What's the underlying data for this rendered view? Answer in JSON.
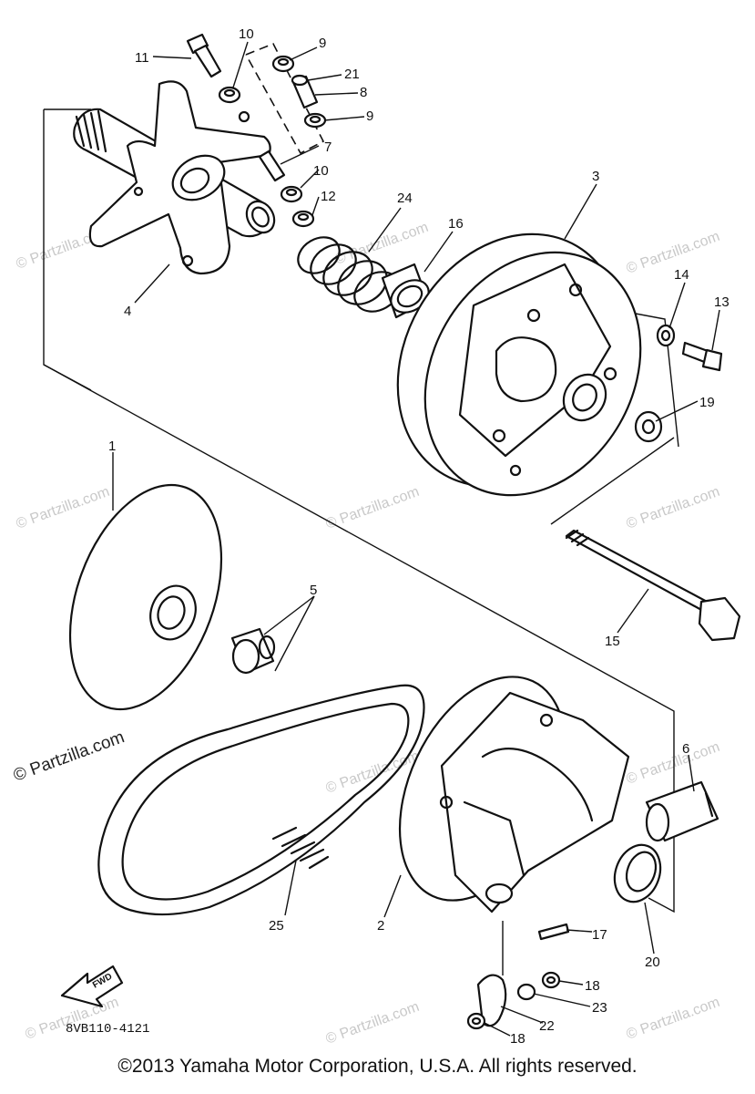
{
  "diagram": {
    "part_code": "8VB110-4121",
    "fwd_label": "FWD",
    "copyright": "©2013 Yamaha Motor Corporation, U.S.A. All rights reserved.",
    "watermark": "© Partzilla.com",
    "callouts": [
      {
        "id": "c11",
        "label": "11"
      },
      {
        "id": "c10a",
        "label": "10"
      },
      {
        "id": "c9a",
        "label": "9"
      },
      {
        "id": "c21",
        "label": "21"
      },
      {
        "id": "c8",
        "label": "8"
      },
      {
        "id": "c9b",
        "label": "9"
      },
      {
        "id": "c7",
        "label": "7"
      },
      {
        "id": "c10b",
        "label": "10"
      },
      {
        "id": "c12",
        "label": "12"
      },
      {
        "id": "c24",
        "label": "24"
      },
      {
        "id": "c16",
        "label": "16"
      },
      {
        "id": "c3",
        "label": "3"
      },
      {
        "id": "c4",
        "label": "4"
      },
      {
        "id": "c14",
        "label": "14"
      },
      {
        "id": "c13",
        "label": "13"
      },
      {
        "id": "c19",
        "label": "19"
      },
      {
        "id": "c1",
        "label": "1"
      },
      {
        "id": "c5",
        "label": "5"
      },
      {
        "id": "c15",
        "label": "15"
      },
      {
        "id": "c6",
        "label": "6"
      },
      {
        "id": "c25",
        "label": "25"
      },
      {
        "id": "c2",
        "label": "2"
      },
      {
        "id": "c17",
        "label": "17"
      },
      {
        "id": "c20",
        "label": "20"
      },
      {
        "id": "c18a",
        "label": "18"
      },
      {
        "id": "c23",
        "label": "23"
      },
      {
        "id": "c22",
        "label": "22"
      },
      {
        "id": "c18b",
        "label": "18"
      }
    ]
  }
}
